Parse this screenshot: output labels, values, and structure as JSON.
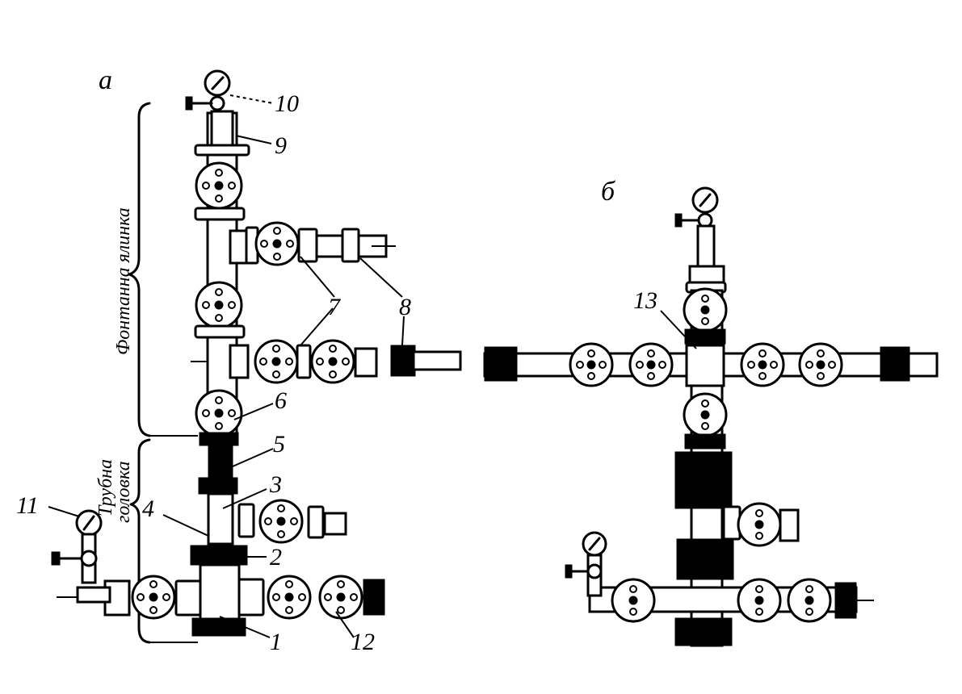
{
  "panels": {
    "a": {
      "letter": "а"
    },
    "b": {
      "letter": "б"
    }
  },
  "brackets": {
    "upper": "Фонтанна ялинка",
    "lower_line1": "Трубна",
    "lower_line2": "головка"
  },
  "callouts": [
    "1",
    "2",
    "3",
    "4",
    "5",
    "6",
    "7",
    "8",
    "9",
    "10",
    "11",
    "12",
    "13"
  ]
}
